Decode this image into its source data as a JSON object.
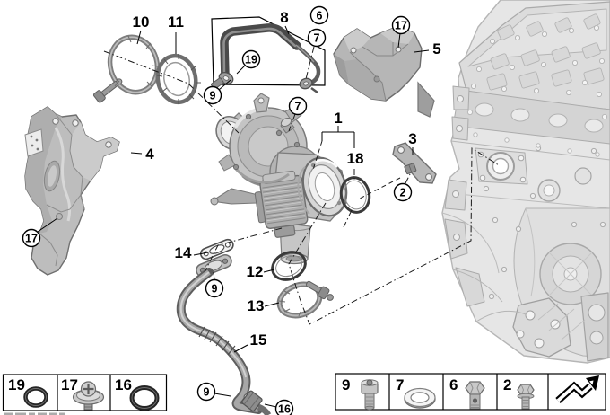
{
  "figure": {
    "description": "Exploded parts diagram - turbocharger with lubrication system on engine block",
    "background": "#ffffff",
    "line_color": "#000000"
  },
  "callouts": {
    "c10": {
      "label": "10"
    },
    "c11": {
      "label": "11"
    },
    "c8": {
      "label": "8"
    },
    "c6": {
      "label": "6"
    },
    "c7a": {
      "label": "7"
    },
    "c17a": {
      "label": "17"
    },
    "c5": {
      "label": "5"
    },
    "c19": {
      "label": "19"
    },
    "c9a": {
      "label": "9"
    },
    "c7b": {
      "label": "7"
    },
    "c4": {
      "label": "4"
    },
    "c1": {
      "label": "1"
    },
    "c18": {
      "label": "18"
    },
    "c3": {
      "label": "3"
    },
    "c2": {
      "label": "2"
    },
    "c17b": {
      "label": "17"
    },
    "c14": {
      "label": "14"
    },
    "c9b": {
      "label": "9"
    },
    "c12": {
      "label": "12"
    },
    "c13": {
      "label": "13"
    },
    "c15": {
      "label": "15"
    },
    "c9c": {
      "label": "9"
    },
    "c16": {
      "label": "16"
    }
  },
  "legend_left": {
    "cells": [
      {
        "label": "19",
        "item": "o-ring-small"
      },
      {
        "label": "17",
        "item": "screw-plug-with-washer"
      },
      {
        "label": "16",
        "item": "o-ring-large"
      }
    ]
  },
  "legend_right": {
    "cells": [
      {
        "label": "9",
        "item": "socket-head-screw"
      },
      {
        "label": "7",
        "item": "sealing-washer"
      },
      {
        "label": "6",
        "item": "banjo-bolt"
      },
      {
        "label": "2",
        "item": "hex-bolt-with-washer"
      },
      {
        "label": "",
        "item": "page-turn-arrow"
      }
    ]
  }
}
